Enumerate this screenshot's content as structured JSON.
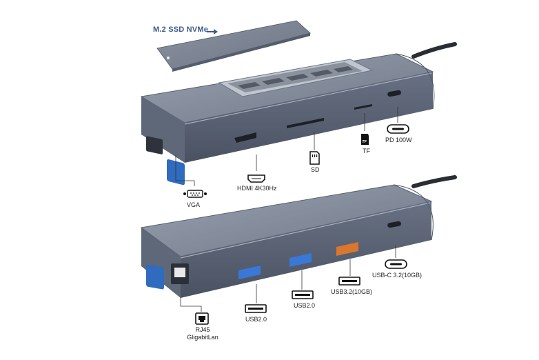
{
  "top_hub": {
    "ssd_label": "M.2 SSD NVMe",
    "ports": {
      "vga": "VGA",
      "hdmi": "HDMI 4K30Hz",
      "sd": "SD",
      "tf": "TF",
      "tf_icon": "TF",
      "pd": "PD 100W"
    }
  },
  "bottom_hub": {
    "ports": {
      "rj45_line1": "RJ45",
      "rj45_line2": "GligabitLan",
      "usb2_a": "USB2.0",
      "usb2_b": "USB2.0",
      "usb32": "USB3.2(10GB)",
      "usbc": "USB-C 3.2(10GB)"
    }
  },
  "colors": {
    "body": "#7c8596",
    "edge": "#5a6373",
    "ssd_plate": "#7e8796",
    "usb_blue": "#3a78d8",
    "usb_orange": "#d9772e",
    "label_text": "#222222",
    "accent_text": "#3c5a8a"
  },
  "icons": [
    "arrow-right-icon",
    "vga-port-icon",
    "hdmi-port-icon",
    "sd-card-icon",
    "tf-card-icon",
    "usb-c-port-icon",
    "rj45-port-icon",
    "usb-a-port-icon"
  ]
}
